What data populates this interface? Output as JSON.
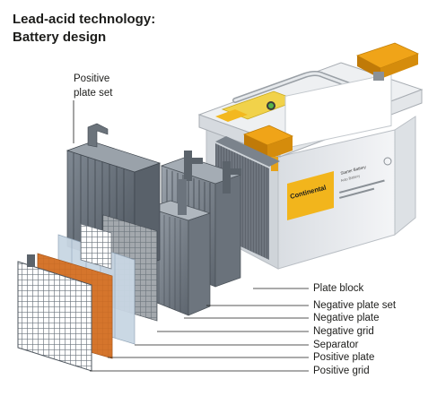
{
  "diagram": {
    "title": "Lead-acid technology:\nBattery design",
    "label_positive_plate_set": "Positive\nplate set",
    "labels": {
      "plate_block": "Plate block",
      "negative_plate_set": "Negative plate set",
      "negative_plate": "Negative plate",
      "negative_grid": "Negative grid",
      "separator": "Separator",
      "positive_plate": "Positive plate",
      "positive_grid": "Positive grid"
    },
    "battery": {
      "brand": "Continental",
      "front_label_line1": "Starter Battery",
      "front_label_line2": "Auto Battery"
    },
    "colors": {
      "orange": "#e8a21a",
      "copper": "#d5752c",
      "plate_dark": "#5e6670",
      "plate_mid": "#8a939c",
      "case": "#e9ebee"
    }
  }
}
